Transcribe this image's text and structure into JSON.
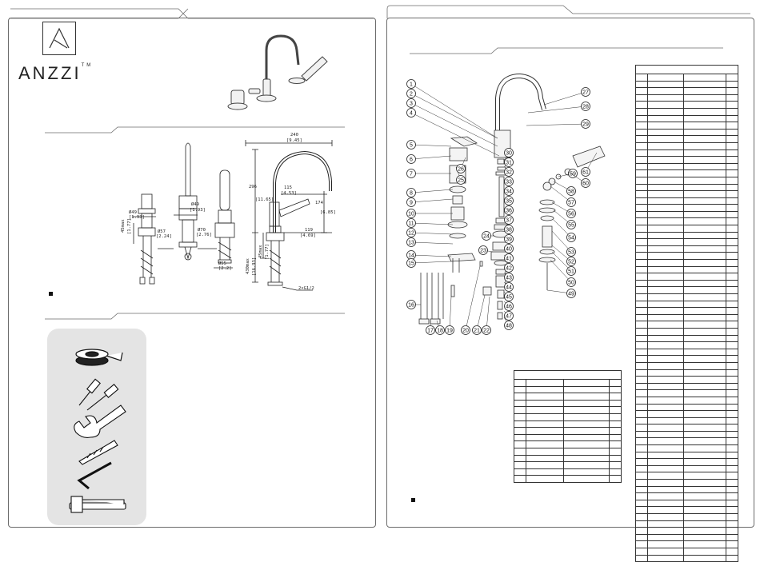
{
  "brand": {
    "name": "ANZZI",
    "trademark": "TM",
    "logo": "anzzi-triangle-logo"
  },
  "dimensions": {
    "overall_width": "240",
    "overall_width_in": "[9.45]",
    "height": "296",
    "height_in": "[11.65]",
    "spout_reach": "115",
    "spout_reach_in": "[4.53]",
    "spout_height": "174",
    "spout_height_in": "[6.85]",
    "spout_base": "119",
    "spout_base_in": "[4.69]",
    "base_dia_left": "Ø49",
    "base_dia_left_in": "[1.93]",
    "base_dia_mid": "Ø49",
    "base_dia_mid_in": "[1.93]",
    "base_dia_left2": "Ø57",
    "base_dia_left2_in": "[2.24]",
    "base_dia_mid2": "Ø70",
    "base_dia_mid2_in": "[2.76]",
    "base_dia_hand": "Ø55",
    "base_dia_hand_in": "[2.2]",
    "deck_left": "45max",
    "deck_left_in": "[1.77]",
    "deck_right": "45max",
    "deck_right_in": "[1.77]",
    "shank_left": "430max",
    "shank_left_in": "[16.93]",
    "thread": "2×G1/2"
  },
  "parts_callouts": [
    "1",
    "2",
    "3",
    "4",
    "5",
    "6",
    "7",
    "8",
    "9",
    "10",
    "11",
    "12",
    "13",
    "14",
    "15",
    "16",
    "17",
    "18",
    "19",
    "20",
    "21",
    "22",
    "23",
    "24",
    "25",
    "26",
    "27",
    "28",
    "29",
    "30",
    "31",
    "32",
    "33",
    "34",
    "35",
    "36",
    "37",
    "38",
    "39",
    "40",
    "41",
    "42",
    "43",
    "44",
    "45",
    "46",
    "47",
    "48",
    "49",
    "50",
    "51",
    "52",
    "53",
    "54",
    "55",
    "56",
    "57",
    "58",
    "59",
    "60",
    "61"
  ],
  "tools": [
    "teflon-tape-icon",
    "screwdriver-icon",
    "adjustable-wrench-icon",
    "drill-bit-icon",
    "hex-key-icon",
    "pipe-wrench-icon"
  ],
  "colors": {
    "border": "#6b6b6b",
    "tools_bg": "#e4e4e4",
    "ink": "#111111"
  }
}
